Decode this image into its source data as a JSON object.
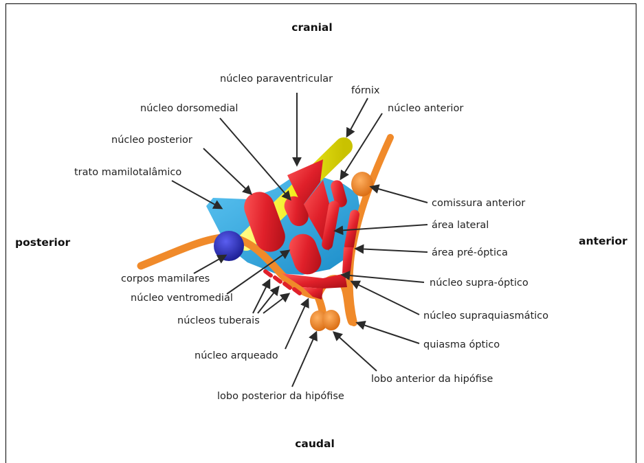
{
  "directions": {
    "cranial": "cranial",
    "caudal": "caudal",
    "posterior": "posterior",
    "anterior": "anterior"
  },
  "labels": {
    "paraventricular": "núcleo paraventricular",
    "fornix": "fórnix",
    "dorsomedial": "núcleo dorsomedial",
    "anterior_nucleus": "núcleo anterior",
    "posterior_nucleus": "núcleo posterior",
    "mamillothalamic": "trato mamilotalâmico",
    "anterior_commissure": "comissura anterior",
    "lateral_area": "área lateral",
    "preoptic_area": "área pré-óptica",
    "mamillary_bodies": "corpos mamilares",
    "supraoptic": "núcleo supra-óptico",
    "ventromedial": "núcleo ventromedial",
    "suprachiasmatic": "núcleo supraquiasmático",
    "tuberal": "núcleos tuberais",
    "optic_chiasm": "quiasma óptico",
    "arcuate": "núcleo arqueado",
    "anterior_pituitary": "lobo anterior da hipófise",
    "posterior_pituitary": "lobo posterior da hipófise"
  },
  "colors": {
    "nucleus_red": "#e0202a",
    "region_blue": "#2fa8e0",
    "tract_yellow": "#f2ee1e",
    "tract_orange": "#f08a2a",
    "mamillary_navy": "#2a2ec0",
    "arrow": "#2a2a2a"
  }
}
